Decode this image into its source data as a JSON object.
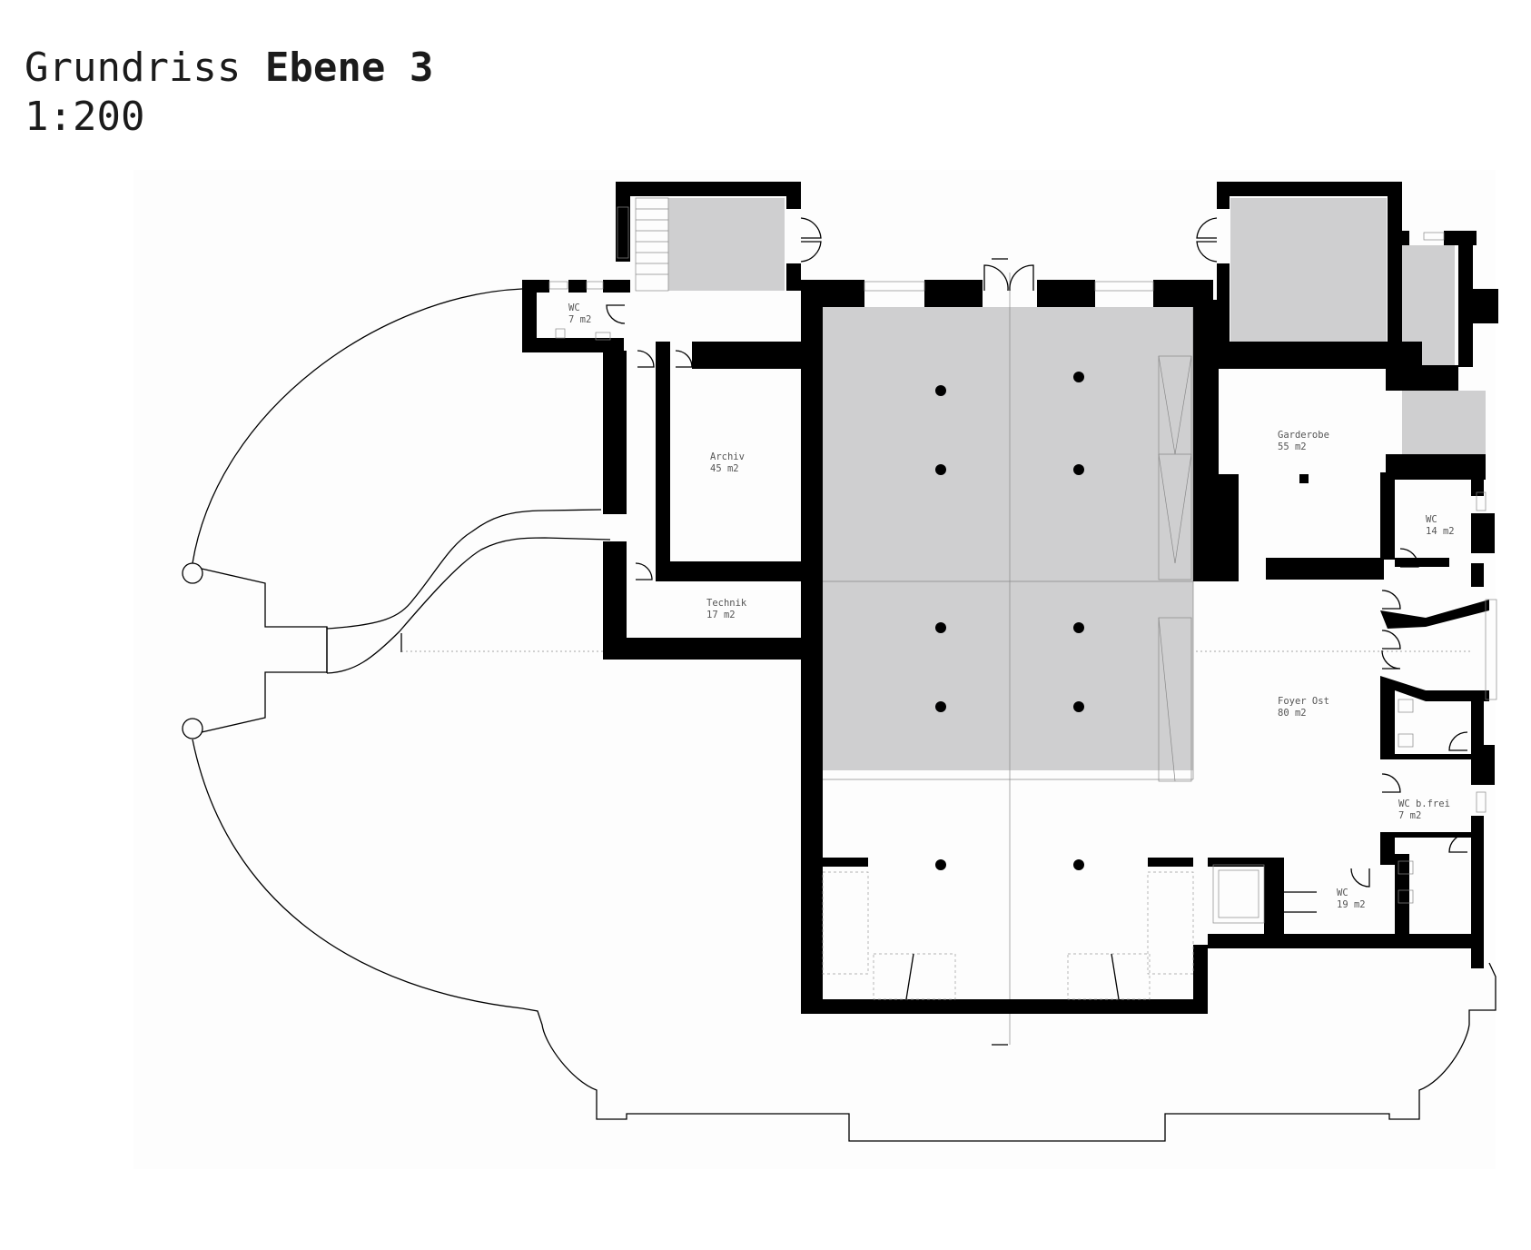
{
  "title": {
    "prefix": "Grundriss",
    "level": "Ebene 3",
    "scale": "1:200"
  },
  "rooms": [
    {
      "name": "WC",
      "area": "7 m2"
    },
    {
      "name": "Archiv",
      "area": "45 m2"
    },
    {
      "name": "Technik",
      "area": "17 m2"
    },
    {
      "name": "Garderobe",
      "area": "55 m2"
    },
    {
      "name": "WC",
      "area": "14 m2"
    },
    {
      "name": "Foyer Ost",
      "area": "80 m2"
    },
    {
      "name": "WC b.frei",
      "area": "7 m2"
    },
    {
      "name": "WC",
      "area": "19 m2"
    }
  ],
  "colors": {
    "wall": "#000000",
    "hall_fill": "#cfcfd0",
    "site_fill": "#fdfdfd"
  }
}
